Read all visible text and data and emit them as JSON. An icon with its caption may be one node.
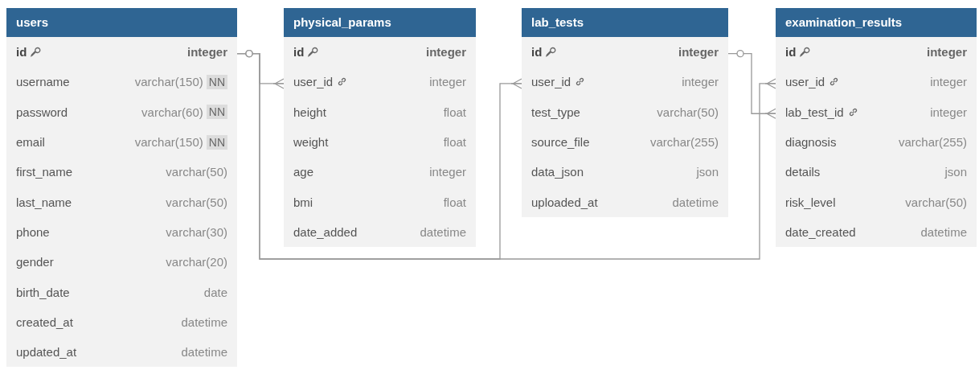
{
  "diagram": {
    "nodes": [
      {
        "text": [
          "users"
        ]
      },
      {
        "text": [
          "id",
          "integer"
        ],
        "in": 0
      },
      {
        "text": [
          "username",
          "varchar(150)",
          "NN"
        ],
        "in": 0
      },
      {
        "text": [
          "password",
          "varchar(60)",
          "NN"
        ],
        "in": 0
      },
      {
        "text": [
          "email",
          "varchar(150)",
          "NN"
        ],
        "in": 0
      },
      {
        "text": [
          "first_name",
          "varchar(50)"
        ],
        "in": 0
      },
      {
        "text": [
          "last_name",
          "varchar(50)"
        ],
        "in": 0
      },
      {
        "text": [
          "phone",
          "varchar(30)"
        ],
        "in": 0
      },
      {
        "text": [
          "gender",
          "varchar(20)"
        ],
        "in": 0
      },
      {
        "text": [
          "birth_date",
          "date"
        ],
        "in": 0
      },
      {
        "text": [
          "created_at",
          "datetime"
        ],
        "in": 0
      },
      {
        "text": [
          "updated_at",
          "datetime"
        ],
        "in": 0
      },
      {
        "text": [
          "physical_params"
        ]
      },
      {
        "text": [
          "id",
          "integer"
        ],
        "in": 12
      },
      {
        "text": [
          "user_id",
          "integer"
        ],
        "in": 12
      },
      {
        "text": [
          "height",
          "float"
        ],
        "in": 12
      },
      {
        "text": [
          "weight",
          "float"
        ],
        "in": 12
      },
      {
        "text": [
          "age",
          "integer"
        ],
        "in": 12
      },
      {
        "text": [
          "bmi",
          "float"
        ],
        "in": 12
      },
      {
        "text": [
          "date_added",
          "datetime"
        ],
        "in": 12
      },
      {
        "text": [
          "lab_tests"
        ]
      },
      {
        "text": [
          "id",
          "integer"
        ],
        "in": 20
      },
      {
        "text": [
          "user_id",
          "integer"
        ],
        "in": 20
      },
      {
        "text": [
          "test_type",
          "varchar(50)"
        ],
        "in": 20
      },
      {
        "text": [
          "source_file",
          "varchar(255)"
        ],
        "in": 20
      },
      {
        "text": [
          "data_json",
          "json"
        ],
        "in": 20
      },
      {
        "text": [
          "uploaded_at",
          "datetime"
        ],
        "in": 20
      },
      {
        "text": [
          "examination_results"
        ]
      },
      {
        "text": [
          "id",
          "integer"
        ],
        "in": 27
      },
      {
        "text": [
          "user_id",
          "integer"
        ],
        "in": 27
      },
      {
        "text": [
          "lab_test_id",
          "integer"
        ],
        "in": 27
      },
      {
        "text": [
          "diagnosis",
          "varchar(255)"
        ],
        "in": 27
      },
      {
        "text": [
          "details",
          "json"
        ],
        "in": 27
      },
      {
        "text": [
          "risk_level",
          "varchar(50)"
        ],
        "in": 27
      },
      {
        "text": [
          "date_created",
          "datetime"
        ],
        "in": 27
      }
    ],
    "edges": [
      {
        "from": 1,
        "to": 14,
        "arrow": "other"
      },
      {
        "from": 1,
        "to": 22,
        "arrow": "other"
      },
      {
        "from": 1,
        "to": 29,
        "arrow": "other"
      },
      {
        "from": 21,
        "to": 30,
        "arrow": "other"
      }
    ]
  }
}
